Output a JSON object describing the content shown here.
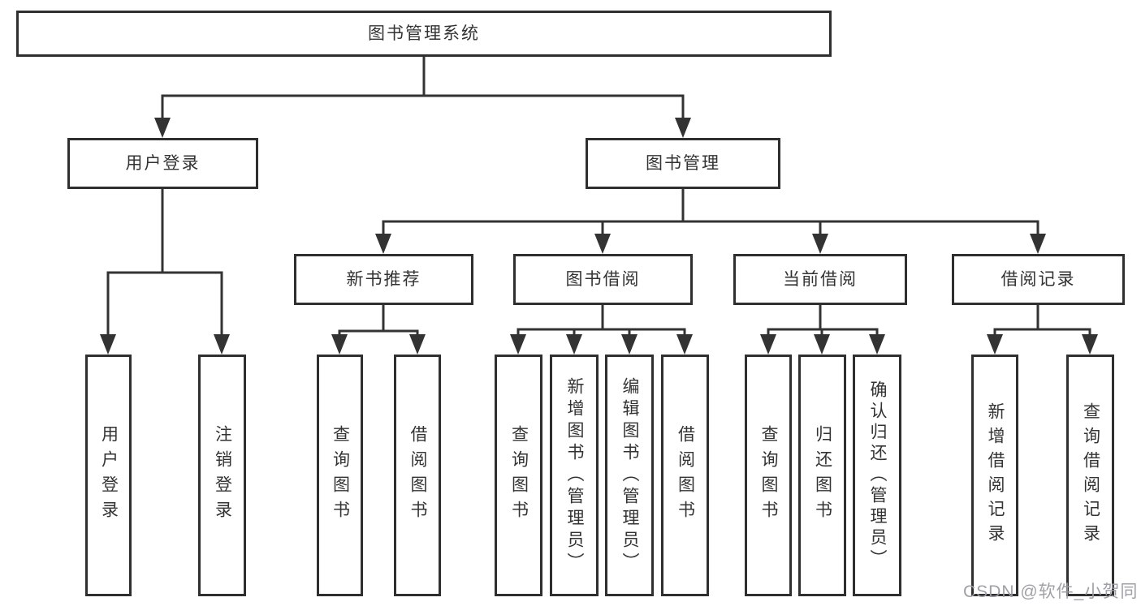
{
  "tree": {
    "root": {
      "label": "图书管理系统"
    },
    "branches": [
      {
        "label": "用户登录",
        "children": [
          {
            "label": "用户登录"
          },
          {
            "label": "注销登录"
          }
        ]
      },
      {
        "label": "图书管理",
        "children": [
          {
            "label": "新书推荐",
            "children": [
              {
                "label": "查询图书"
              },
              {
                "label": "借阅图书"
              }
            ]
          },
          {
            "label": "图书借阅",
            "children": [
              {
                "label": "查询图书"
              },
              {
                "label": "新增图书（管理员）"
              },
              {
                "label": "编辑图书（管理员）"
              },
              {
                "label": "借阅图书"
              }
            ]
          },
          {
            "label": "当前借阅",
            "children": [
              {
                "label": "查询图书"
              },
              {
                "label": "归还图书"
              },
              {
                "label": "确认归还（管理员）"
              }
            ]
          },
          {
            "label": "借阅记录",
            "children": [
              {
                "label": "新增借阅记录"
              },
              {
                "label": "查询借阅记录"
              }
            ]
          }
        ]
      }
    ]
  },
  "watermark": {
    "text": "CSDN @软件_小贺同学"
  },
  "colors": {
    "line": "#333333",
    "box_border": "#2f2f2f",
    "box_fill": "#ffffff",
    "text": "#333333",
    "watermark": "#9b9ba2",
    "background": "#ffffff"
  }
}
